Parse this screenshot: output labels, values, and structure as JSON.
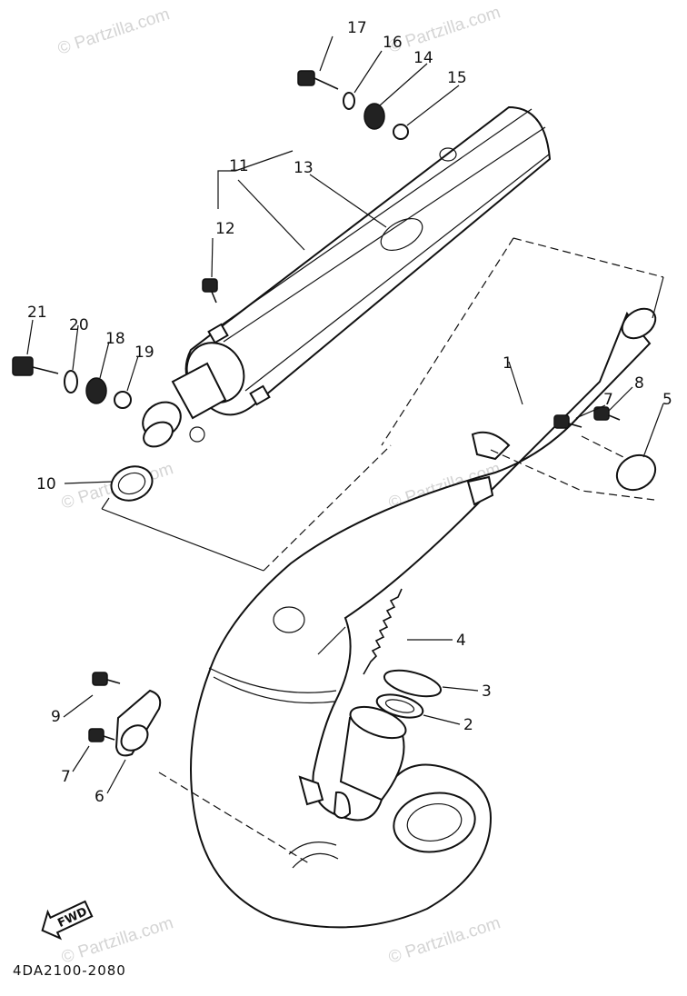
{
  "watermark": "© Partzilla.com",
  "diagram_code": "4DA2100-2080",
  "fwd_label": "FWD",
  "callouts": {
    "c1": "1",
    "c2": "2",
    "c3": "3",
    "c4": "4",
    "c5": "5",
    "c6": "6",
    "c7a": "7",
    "c7b": "7",
    "c8": "8",
    "c9": "9",
    "c10": "10",
    "c11": "11",
    "c12": "12",
    "c13": "13",
    "c14": "14",
    "c15": "15",
    "c16": "16",
    "c17": "17",
    "c18": "18",
    "c19": "19",
    "c20": "20",
    "c21": "21"
  }
}
